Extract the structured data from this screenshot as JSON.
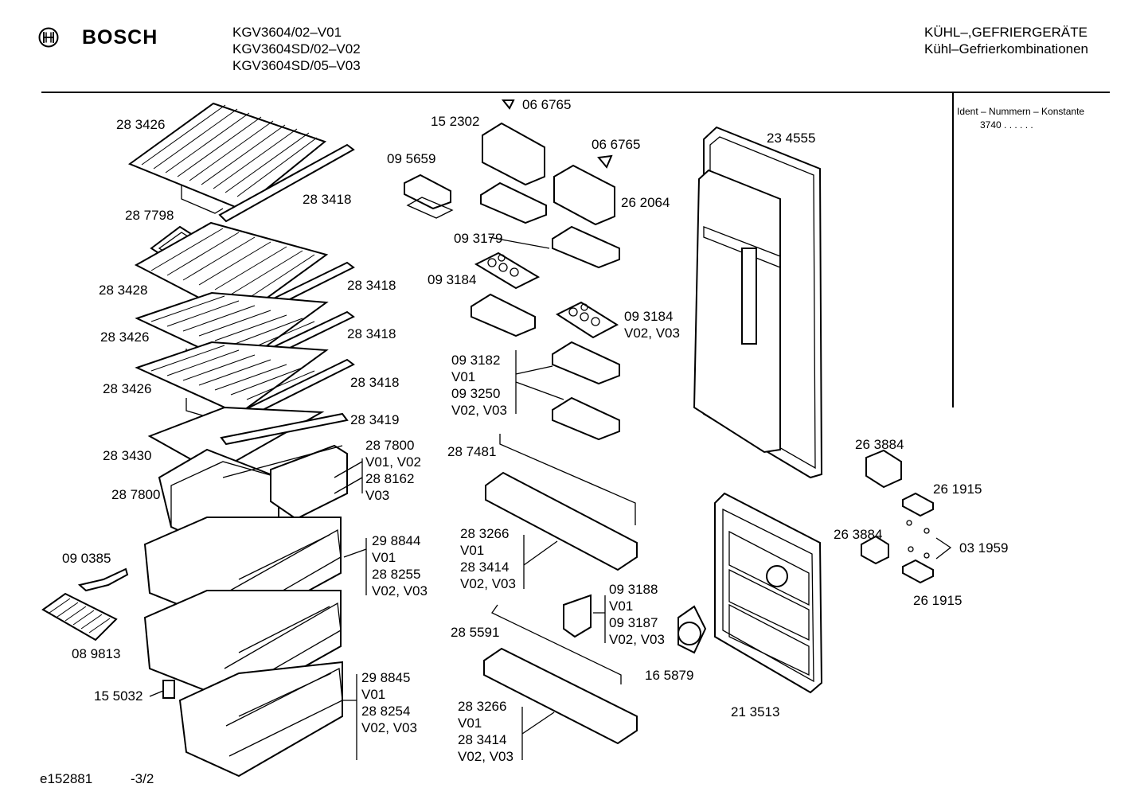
{
  "header": {
    "brand": "BOSCH",
    "models": [
      "KGV3604/02–V01",
      "KGV3604SD/02–V02",
      "KGV3604SD/05–V03"
    ],
    "category_upper": "KÜHL–,GEFRIERGERÄTE",
    "category_sub": "Kühl–Gefrierkombinationen"
  },
  "side_panel": {
    "title": "Ident – Nummern – Konstante",
    "value": "3740  .  .   .  .  .  ."
  },
  "footer": {
    "drawing_id": "e152881",
    "page": "-3/2"
  },
  "icons": {
    "brand_logo": "bosch-armature-logo-icon"
  },
  "part_labels": [
    "28 3426",
    "28 3418",
    "28 7798",
    "28 3428",
    "28 3418",
    "28 3426",
    "28 3418",
    "28 3426",
    "28 3418",
    "28 3419",
    "28 3430",
    "28 7800",
    "V01, V02",
    "28 8162",
    "V03",
    "28 7800",
    "29 8844",
    "V01",
    "28 8255",
    "V02, V03",
    "09 0385",
    "08 9813",
    "29 8845",
    "V01",
    "28 8254",
    "V02, V03",
    "15 5032",
    "06 6765",
    "15 2302",
    "09 5659",
    "06 6765",
    "26 2064",
    "09 3179",
    "09 3184",
    "09 3184",
    "V02, V03",
    "09 3182",
    "V01",
    "09 3250",
    "V02, V03",
    "28 7481",
    "28 3266",
    "V01",
    "28 3414",
    "V02, V03",
    "09 3188",
    "V01",
    "09 3187",
    "V02, V03",
    "28 5591",
    "16 5879",
    "28 3266",
    "V01",
    "28 3414",
    "V02, V03",
    "23 4555",
    "26 3884",
    "26 1915",
    "26 3884",
    "03 1959",
    "26 1915",
    "21 3513"
  ]
}
